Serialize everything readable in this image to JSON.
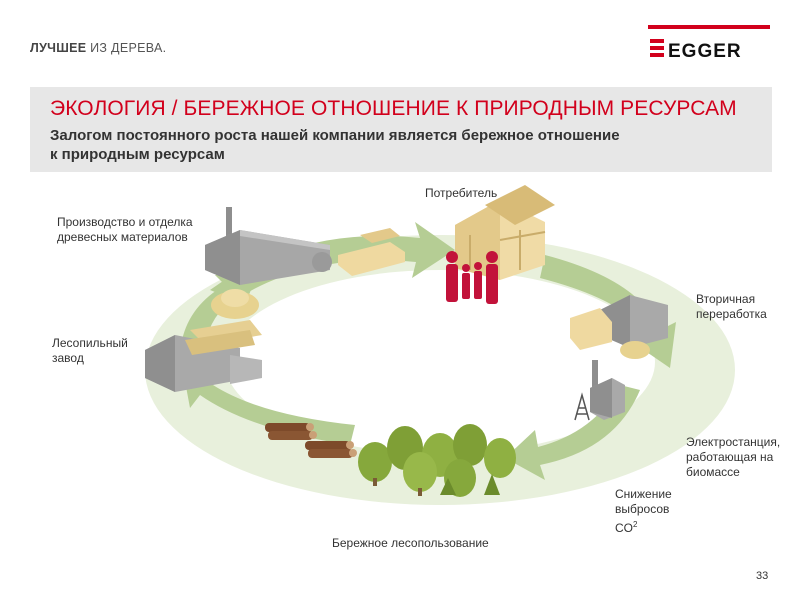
{
  "header": {
    "tagline_bold": "ЛУЧШЕЕ",
    "tagline_rest": " ИЗ ДЕРЕВА.",
    "logo_text": "EGGER"
  },
  "banner": {
    "title": "ЭКОЛОГИЯ / БЕРЕЖНОЕ ОТНОШЕНИЕ К ПРИРОДНЫМ РЕСУРСАМ",
    "subtitle_line1": "Залогом постоянного роста нашей компании является  бережное отношение",
    "subtitle_line2": "к природным ресурсам"
  },
  "cycle": {
    "consumer": "Потребитель",
    "production_line1": "Производство и отделка",
    "production_line2": "древесных материалов",
    "sawmill_line1": "Лесопильный",
    "sawmill_line2": "завод",
    "recycling_line1": "Вторичная",
    "recycling_line2": "переработка",
    "powerplant_line1": "Электростанция,",
    "powerplant_line2": "работающая на",
    "powerplant_line3": "биомассе",
    "emissions_line1": "Снижение",
    "emissions_line2": "выбросов",
    "emissions_line3": "CO",
    "emissions_sup": "2",
    "forestry": "Бережное лесопользование"
  },
  "colors": {
    "brand_red": "#d2001c",
    "banner_gray": "#e7e7e7",
    "ring_green": "#dfe9cf",
    "arrow_green": "#a9c486",
    "tree_green": "#86a83c",
    "family_red": "#c2123a"
  },
  "page": {
    "number": "33"
  }
}
